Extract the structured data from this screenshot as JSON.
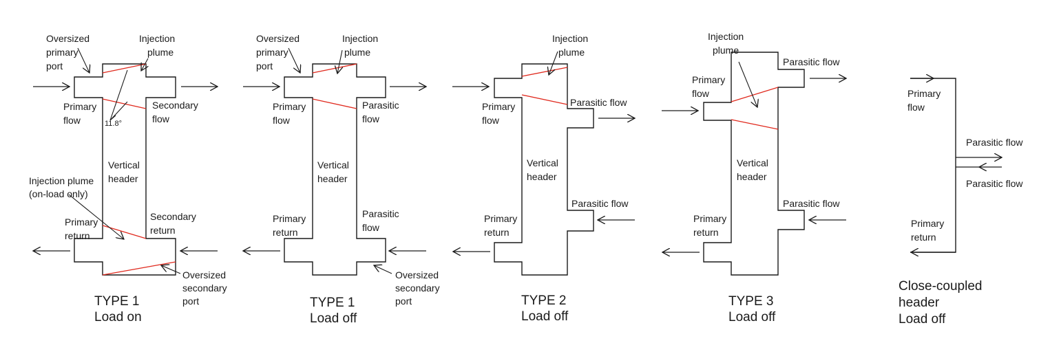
{
  "labels": {
    "oversized_primary_port": [
      "Oversized",
      "primary",
      "port"
    ],
    "injection_plume": [
      "Injection",
      "plume"
    ],
    "primary_flow": [
      "Primary",
      "flow"
    ],
    "secondary_flow": [
      "Secondary",
      "flow"
    ],
    "parasitic_flow_2line": [
      "Parasitic",
      "flow"
    ],
    "parasitic_flow": "Parasitic flow",
    "angle": "11.8°",
    "vertical_header": [
      "Vertical",
      "header"
    ],
    "injection_plume_onload": [
      "Injection plume",
      "(on-load only)"
    ],
    "primary_return": [
      "Primary",
      "return"
    ],
    "secondary_return": [
      "Secondary",
      "return"
    ],
    "oversized_secondary_port": [
      "Oversized",
      "secondary",
      "port"
    ]
  },
  "titles": {
    "t1_on": [
      "TYPE 1",
      "Load on"
    ],
    "t1_off": [
      "TYPE 1",
      "Load off"
    ],
    "t2_off": [
      "TYPE 2",
      "Load off"
    ],
    "t3_off": [
      "TYPE 3",
      "Load off"
    ],
    "cc_off": [
      "Close-coupled",
      "header",
      "Load off"
    ]
  },
  "colors": {
    "outline": "#1a1a1a",
    "plume": "#e0291d"
  }
}
